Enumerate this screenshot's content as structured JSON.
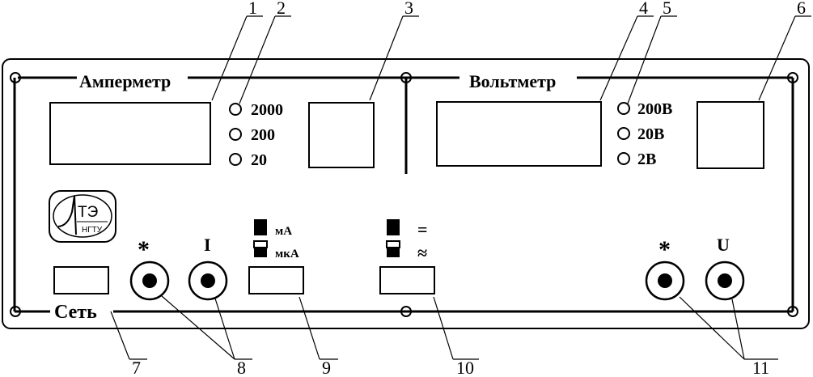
{
  "ammeter": {
    "title": "Амперметр",
    "ranges": [
      "2000",
      "200",
      "20"
    ]
  },
  "voltmeter": {
    "title": "Вольтметр",
    "ranges": [
      "200В",
      "20В",
      "2В"
    ]
  },
  "logo": {
    "main": "ТЭ",
    "sub": "НГТУ"
  },
  "terminals": {
    "common_symbol": "*",
    "current": "I",
    "voltage": "U"
  },
  "unit_switch": {
    "ma": "мА",
    "ua": "мкА"
  },
  "mode_switch": {
    "dc": "=",
    "ac": "≈"
  },
  "power": {
    "label": "Сеть"
  },
  "callouts": [
    "1",
    "2",
    "3",
    "4",
    "5",
    "6",
    "7",
    "8",
    "9",
    "10",
    "11"
  ]
}
